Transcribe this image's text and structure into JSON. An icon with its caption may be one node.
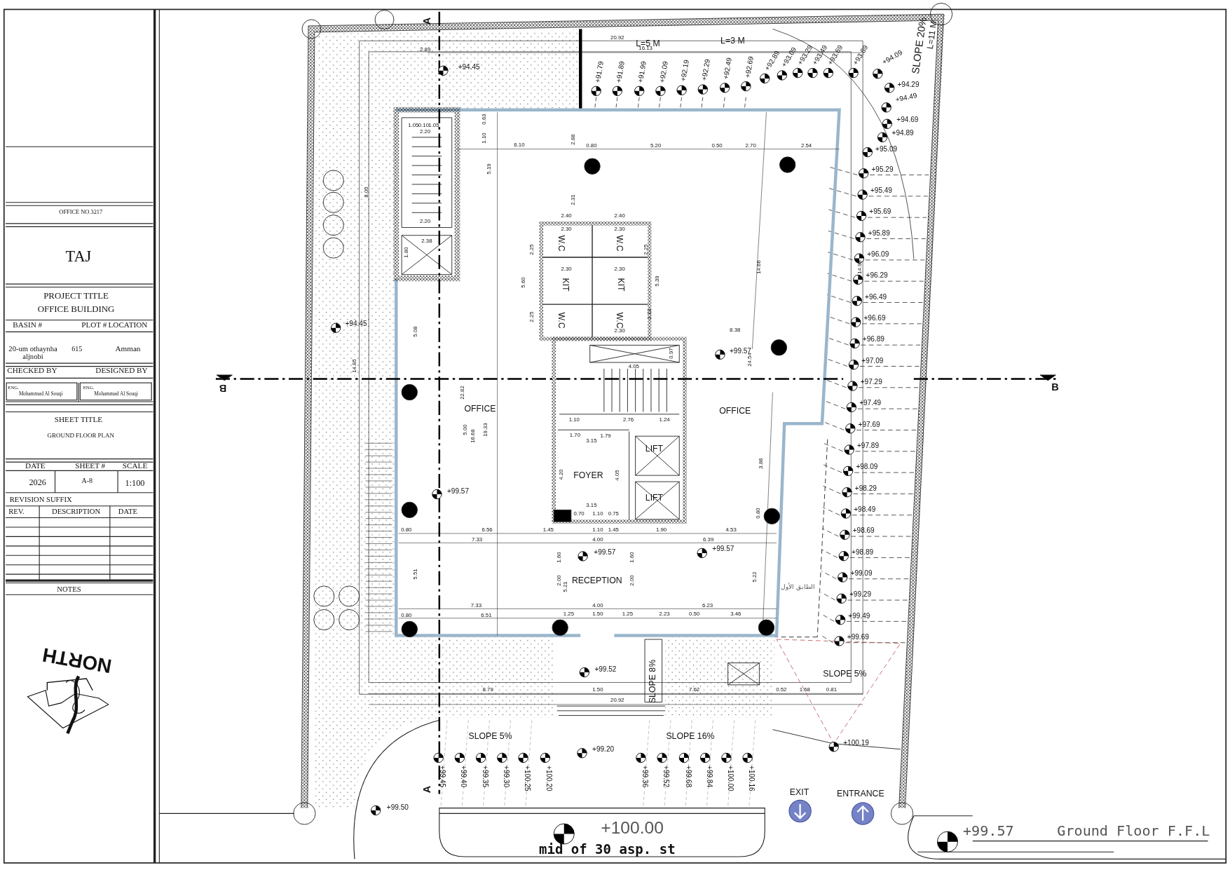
{
  "diagram": {
    "nodes": [
      {
        "text": [
          "W.C"
        ]
      },
      {
        "text": [
          "W.C"
        ]
      },
      {
        "text": [
          "KIT"
        ]
      },
      {
        "text": [
          "KIT"
        ]
      },
      {
        "text": [
          "W.C"
        ]
      },
      {
        "text": [
          "W.C"
        ]
      },
      {
        "text": [
          "OFFICE"
        ]
      },
      {
        "text": [
          "OFFICE"
        ]
      },
      {
        "text": [
          "LIFT"
        ]
      },
      {
        "text": [
          "FOYER"
        ]
      },
      {
        "text": [
          "LIFT"
        ]
      },
      {
        "text": [
          "RECEPTION"
        ]
      }
    ],
    "edges": [],
    "labels": [
      "OFFICE NO.3217",
      "TAJ",
      "PROJECT TITLE",
      "OFFICE BUILDING",
      "BASIN #",
      "PLOT #",
      "LOCATION",
      "20-um othaynha aljnobi",
      "615",
      "Amman",
      "CHECKED BY",
      "DESIGNED BY",
      "ENG.",
      "Mohammad Al Souqi",
      "ENG.",
      "Mohammad Al Souqi",
      "SHEET TITLE",
      "GROUND FLOOR PLAN",
      "DATE",
      "SHEET #",
      "SCALE",
      "2026",
      "A-8",
      "1:100",
      "REVISION SUFFIX",
      "REV.",
      "DESCRIPTION",
      "DATE",
      "NOTES",
      "NORTH",
      "A",
      "A",
      "B",
      "B",
      "L=5 M",
      "L=3 M",
      "SLOPE 20%",
      "L=11 M",
      "SLOPE 5%",
      "SLOPE 8%",
      "SLOPE 5%",
      "SLOPE 16%",
      "EXIT",
      "ENTRANCE",
      "+100.00",
      "mid of 30 asp. st",
      "+99.57",
      "Ground Floor F.F.L",
      "الطابق الأول",
      "+94.45",
      "+94.45",
      "+99.57",
      "+99.57",
      "+99.57",
      "+99.57",
      "+99.52",
      "+99.20",
      "+99.50",
      "+100.19",
      "+91.79",
      "+91.89",
      "+91.99",
      "+92.09",
      "+92.19",
      "+92.29",
      "+92.49",
      "+92.69",
      "+92.89",
      "+93.09",
      "+93.29",
      "+93.49",
      "+93.69",
      "+93.89",
      "+94.09",
      "+94.29",
      "+94.49",
      "+94.69",
      "+94.89",
      "+95.09",
      "+95.29",
      "+95.49",
      "+95.69",
      "+95.89",
      "+96.09",
      "+96.29",
      "+96.49",
      "+96.69",
      "+96.89",
      "+97.09",
      "+97.29",
      "+97.49",
      "+97.69",
      "+97.89",
      "+98.09",
      "+98.29",
      "+98.49",
      "+98.69",
      "+98.89",
      "+99.09",
      "+99.29",
      "+99.49",
      "+99.69",
      "+99.45",
      "+99.40",
      "+99.35",
      "+99.30",
      "+100.25",
      "+100.20",
      "+99.36",
      "+99.52",
      "+99.68",
      "+99.84",
      "+100.00",
      "+100.16",
      "20.92",
      "16.13",
      "2.89",
      "2.20",
      "1.05",
      "0.10",
      "1.05",
      "6.10",
      "2.88",
      "0.80",
      "5.20",
      "0.50",
      "2.70",
      "2.54",
      "0.63",
      "1.10",
      "5.19",
      "2.31",
      "8.00",
      "2.20",
      "2.38",
      "1.80",
      "2.40",
      "2.40",
      "2.30",
      "2.30",
      "2.25",
      "2.25",
      "2.30",
      "2.30",
      "5.60",
      "5.39",
      "14.66",
      "2.25",
      "2.13",
      "2.30",
      "8.38",
      "4.05",
      "0.97",
      "5.08",
      "24.54",
      "14.85",
      "22.82",
      "1.10",
      "2.76",
      "1.24",
      "1.70",
      "1.79",
      "3.15",
      "5.00",
      "16.68",
      "19.33",
      "3.86",
      "4.20",
      "4.05",
      "3.15",
      "0.70",
      "1.10",
      "0.75",
      "0.80",
      "0.80",
      "6.56",
      "1.45",
      "1.10",
      "1.45",
      "1.90",
      "4.53",
      "7.33",
      "1.60",
      "4.00",
      "1.60",
      "6.39",
      "5.51",
      "2.00",
      "5.21",
      "2.00",
      "5.22",
      "7.33",
      "4.00",
      "6.23",
      "0.80",
      "6.51",
      "1.25",
      "1.50",
      "1.25",
      "2.23",
      "0.50",
      "3.46",
      "8.79",
      "1.50",
      "7.62",
      "0.52",
      "1.68",
      "0.81",
      "20.92",
      "14.98"
    ]
  }
}
